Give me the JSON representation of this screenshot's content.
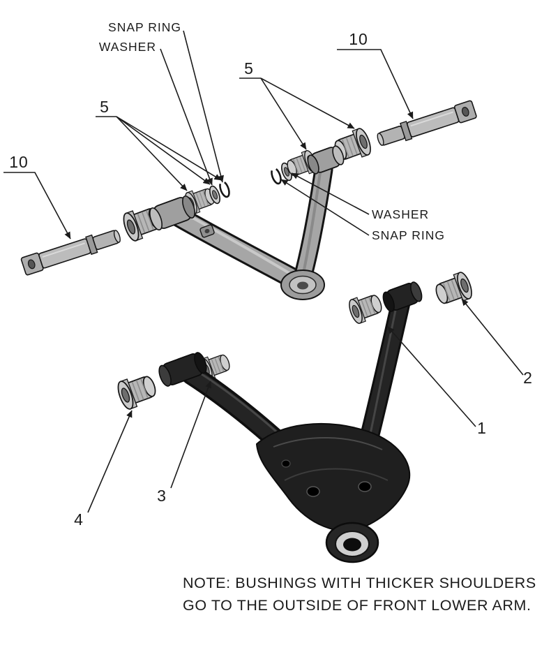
{
  "callouts": {
    "snap_ring_top": "SNAP RING",
    "washer_top": "WASHER",
    "five_top": "5",
    "ten_right": "10",
    "five_left": "5",
    "ten_left": "10",
    "washer_mid": "WASHER",
    "snap_ring_mid": "SNAP RING",
    "one": "1",
    "two": "2",
    "three": "3",
    "four": "4"
  },
  "note": {
    "line1": "NOTE: BUSHINGS WITH THICKER SHOULDERS",
    "line2": "GO TO THE OUTSIDE OF FRONT LOWER ARM."
  },
  "colors": {
    "background": "#ffffff",
    "ink": "#1b1b1b",
    "upper_arm_gray": "#a6a6a6",
    "lower_arm_black": "#1f1f1f",
    "bushing_gray": "#b7b7b7"
  }
}
